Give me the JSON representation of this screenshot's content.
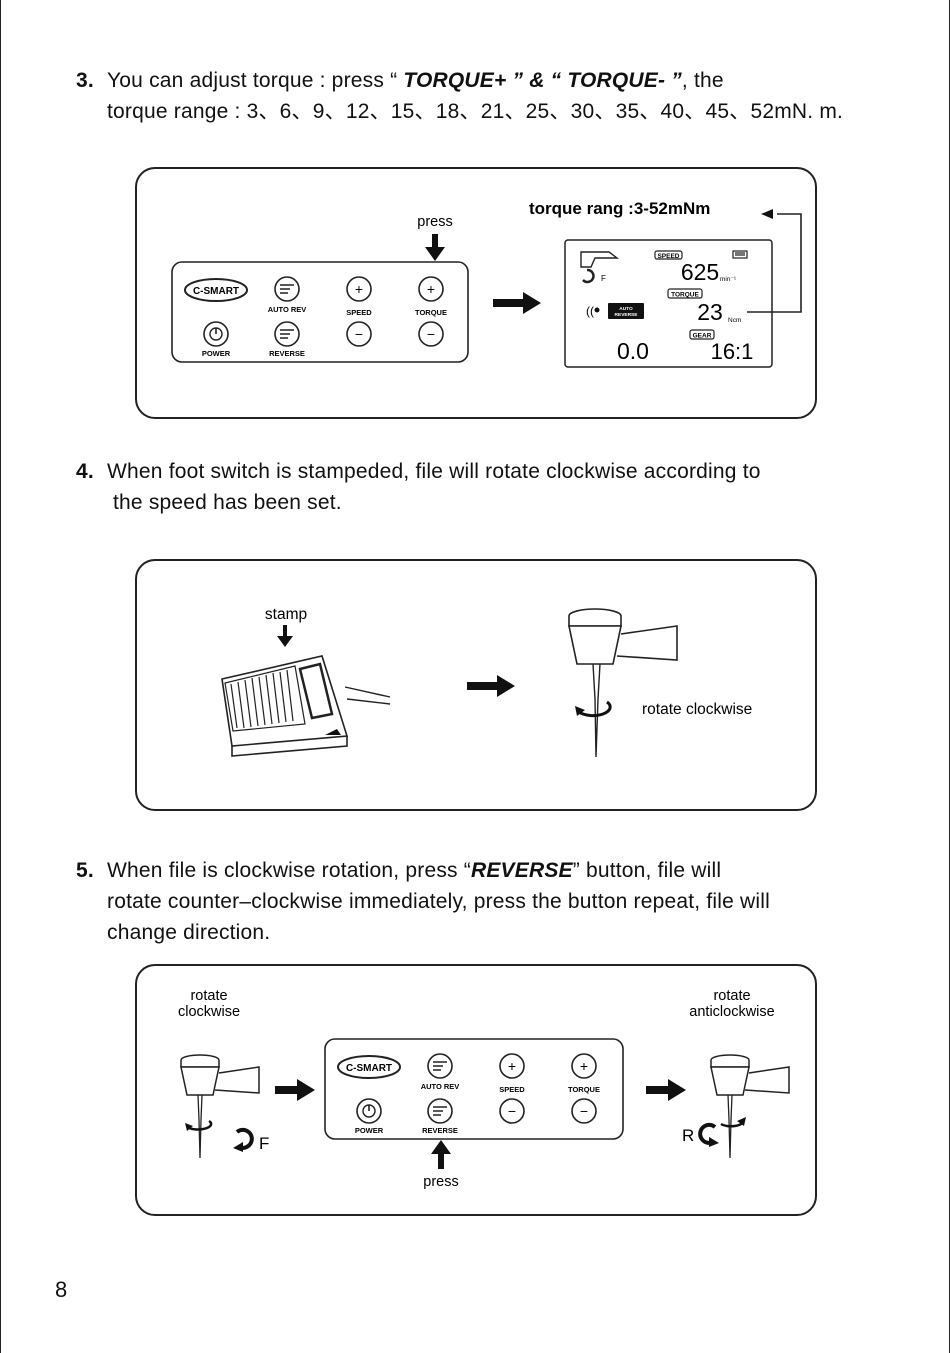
{
  "step3": {
    "number": "3.",
    "text_a": "You can adjust  torque :  press “ ",
    "torque_plus": "TORQUE+  ” & “ TORQUE-  ”",
    "text_b": ",   the",
    "line2": "torque range :  3、6、9、12、15、18、21、25、30、35、40、45、52mN. m."
  },
  "panel1": {
    "press_label": "press",
    "torque_range_label": "torque rang :3-52mNm",
    "keypad": {
      "logo": "C-SMART",
      "auto_rev": "AUTO REV",
      "speed": "SPEED",
      "torque": "TORQUE",
      "power": "POWER",
      "reverse": "REVERSE",
      "plus": "+",
      "minus": "−"
    },
    "lcd": {
      "speed_tag": "SPEED",
      "speed_value": "625",
      "speed_unit": "min⁻¹",
      "torque_tag": "TORQUE",
      "torque_value": "23",
      "torque_unit": "Ncm",
      "direction": "F",
      "auto_reverse": "AUTO REVERSE",
      "counter": "0.0",
      "gear_tag": "GEAR",
      "gear_value": "16:1"
    }
  },
  "step4": {
    "number": "4.",
    "line1": "When foot switch is stampeded, file will rotate clockwise  according to",
    "line2": "the speed has been set."
  },
  "panel2": {
    "stamp_label": "stamp",
    "rotate_label": "rotate clockwise"
  },
  "step5": {
    "number": "5.",
    "text_a": "When file is clockwise rotation, press  “",
    "reverse": "REVERSE",
    "text_b": "”   button, file will",
    "line2": "rotate counter–clockwise  immediately, press the button repeat, file will",
    "line3": "change  direction."
  },
  "panel3": {
    "left_label_1": "rotate",
    "left_label_2": "clockwise",
    "right_label_1": "rotate",
    "right_label_2": "anticlockwise",
    "press_label": "press",
    "f_label": "F",
    "r_label": "R"
  },
  "page_number": "8"
}
